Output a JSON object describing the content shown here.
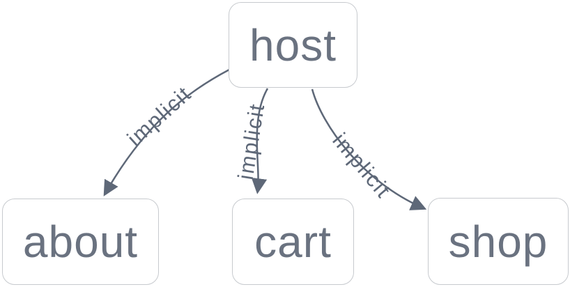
{
  "diagram": {
    "type": "directed-graph",
    "nodes": [
      {
        "id": "host",
        "label": "host"
      },
      {
        "id": "about",
        "label": "about"
      },
      {
        "id": "cart",
        "label": "cart"
      },
      {
        "id": "shop",
        "label": "shop"
      }
    ],
    "edges": [
      {
        "from": "host",
        "to": "about",
        "label": "implicit"
      },
      {
        "from": "host",
        "to": "cart",
        "label": "implicit"
      },
      {
        "from": "host",
        "to": "shop",
        "label": "implicit"
      }
    ],
    "colors": {
      "background": "#ffffff",
      "node_fill": "#ffffff",
      "node_border": "#c7cace",
      "node_text": "#6a7280",
      "edge": "#5e6878",
      "edge_label_text": "#5e6878"
    }
  }
}
